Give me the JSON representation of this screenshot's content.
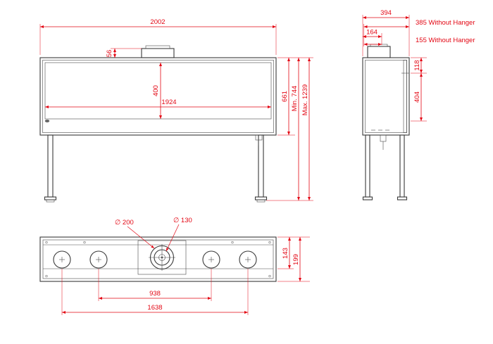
{
  "colors": {
    "dimension_red": "#e30613",
    "drawing_line": "#3a3a3a",
    "background": "#ffffff"
  },
  "front_view": {
    "overall_width": "2002",
    "flue_height": "56",
    "opening_width": "1924",
    "opening_height": "400",
    "body_height": "661",
    "min_total_height": "Min. 744",
    "max_total_height": "Max. 1239"
  },
  "side_view": {
    "overall_depth": "394",
    "depth_without_hanger": "385 Without Hanger",
    "flue_center_depth": "164",
    "flue_center_without_hanger": "155 Without Hanger",
    "top_section_height": "118",
    "glass_section_height": "404"
  },
  "bottom_view": {
    "flue_outer_diameter": "∅ 200",
    "flue_inner_diameter": "∅ 130",
    "inner_feet_spacing": "938",
    "outer_feet_spacing": "1638",
    "inner_depth": "143",
    "overall_depth": "199"
  }
}
